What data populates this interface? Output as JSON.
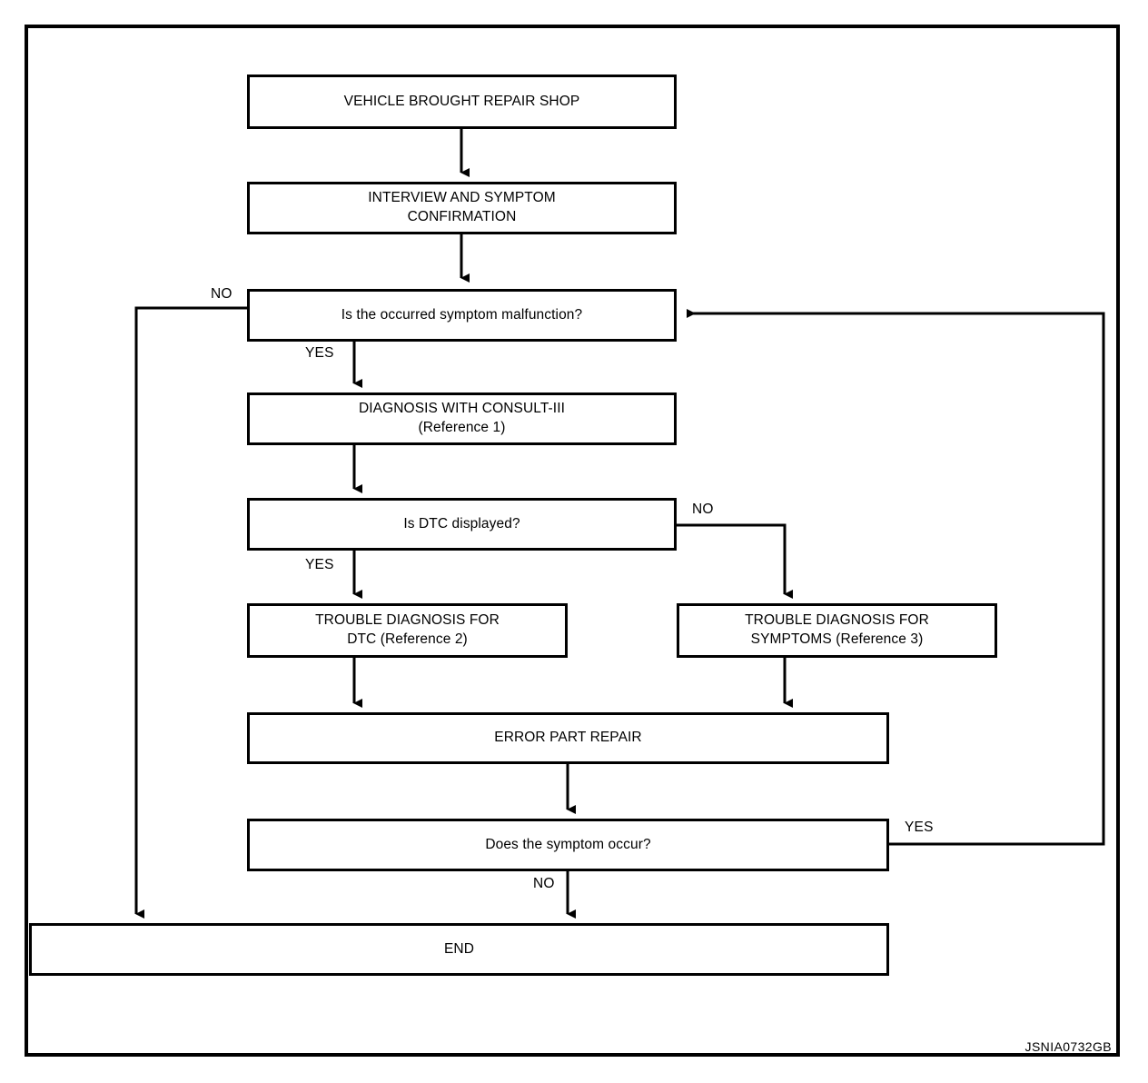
{
  "figure": {
    "code": "JSNIA0732GB",
    "frame_color": "#000000",
    "background_color": "#ffffff",
    "line_color": "#000000"
  },
  "nodes": {
    "start": {
      "label": "VEHICLE BROUGHT REPAIR SHOP"
    },
    "interview": {
      "label": "INTERVIEW AND SYMPTOM\nCONFIRMATION"
    },
    "malfunction_decision": {
      "label": "Is the occurred symptom malfunction?"
    },
    "diagnosis_consult": {
      "label": "DIAGNOSIS WITH CONSULT-III\n(Reference 1)"
    },
    "dtc_decision": {
      "label": "Is DTC displayed?"
    },
    "trouble_dtc": {
      "label": "TROUBLE DIAGNOSIS FOR\nDTC (Reference 2)"
    },
    "trouble_symptoms": {
      "label": "TROUBLE DIAGNOSIS FOR\nSYMPTOMS (Reference 3)"
    },
    "error_repair": {
      "label": "ERROR PART REPAIR"
    },
    "symptom_occur_decision": {
      "label": "Does the symptom occur?"
    },
    "end": {
      "label": "END"
    }
  },
  "edge_labels": {
    "malfunction_no": "NO",
    "malfunction_yes": "YES",
    "dtc_no": "NO",
    "dtc_yes": "YES",
    "symptom_yes": "YES",
    "symptom_no": "NO"
  }
}
